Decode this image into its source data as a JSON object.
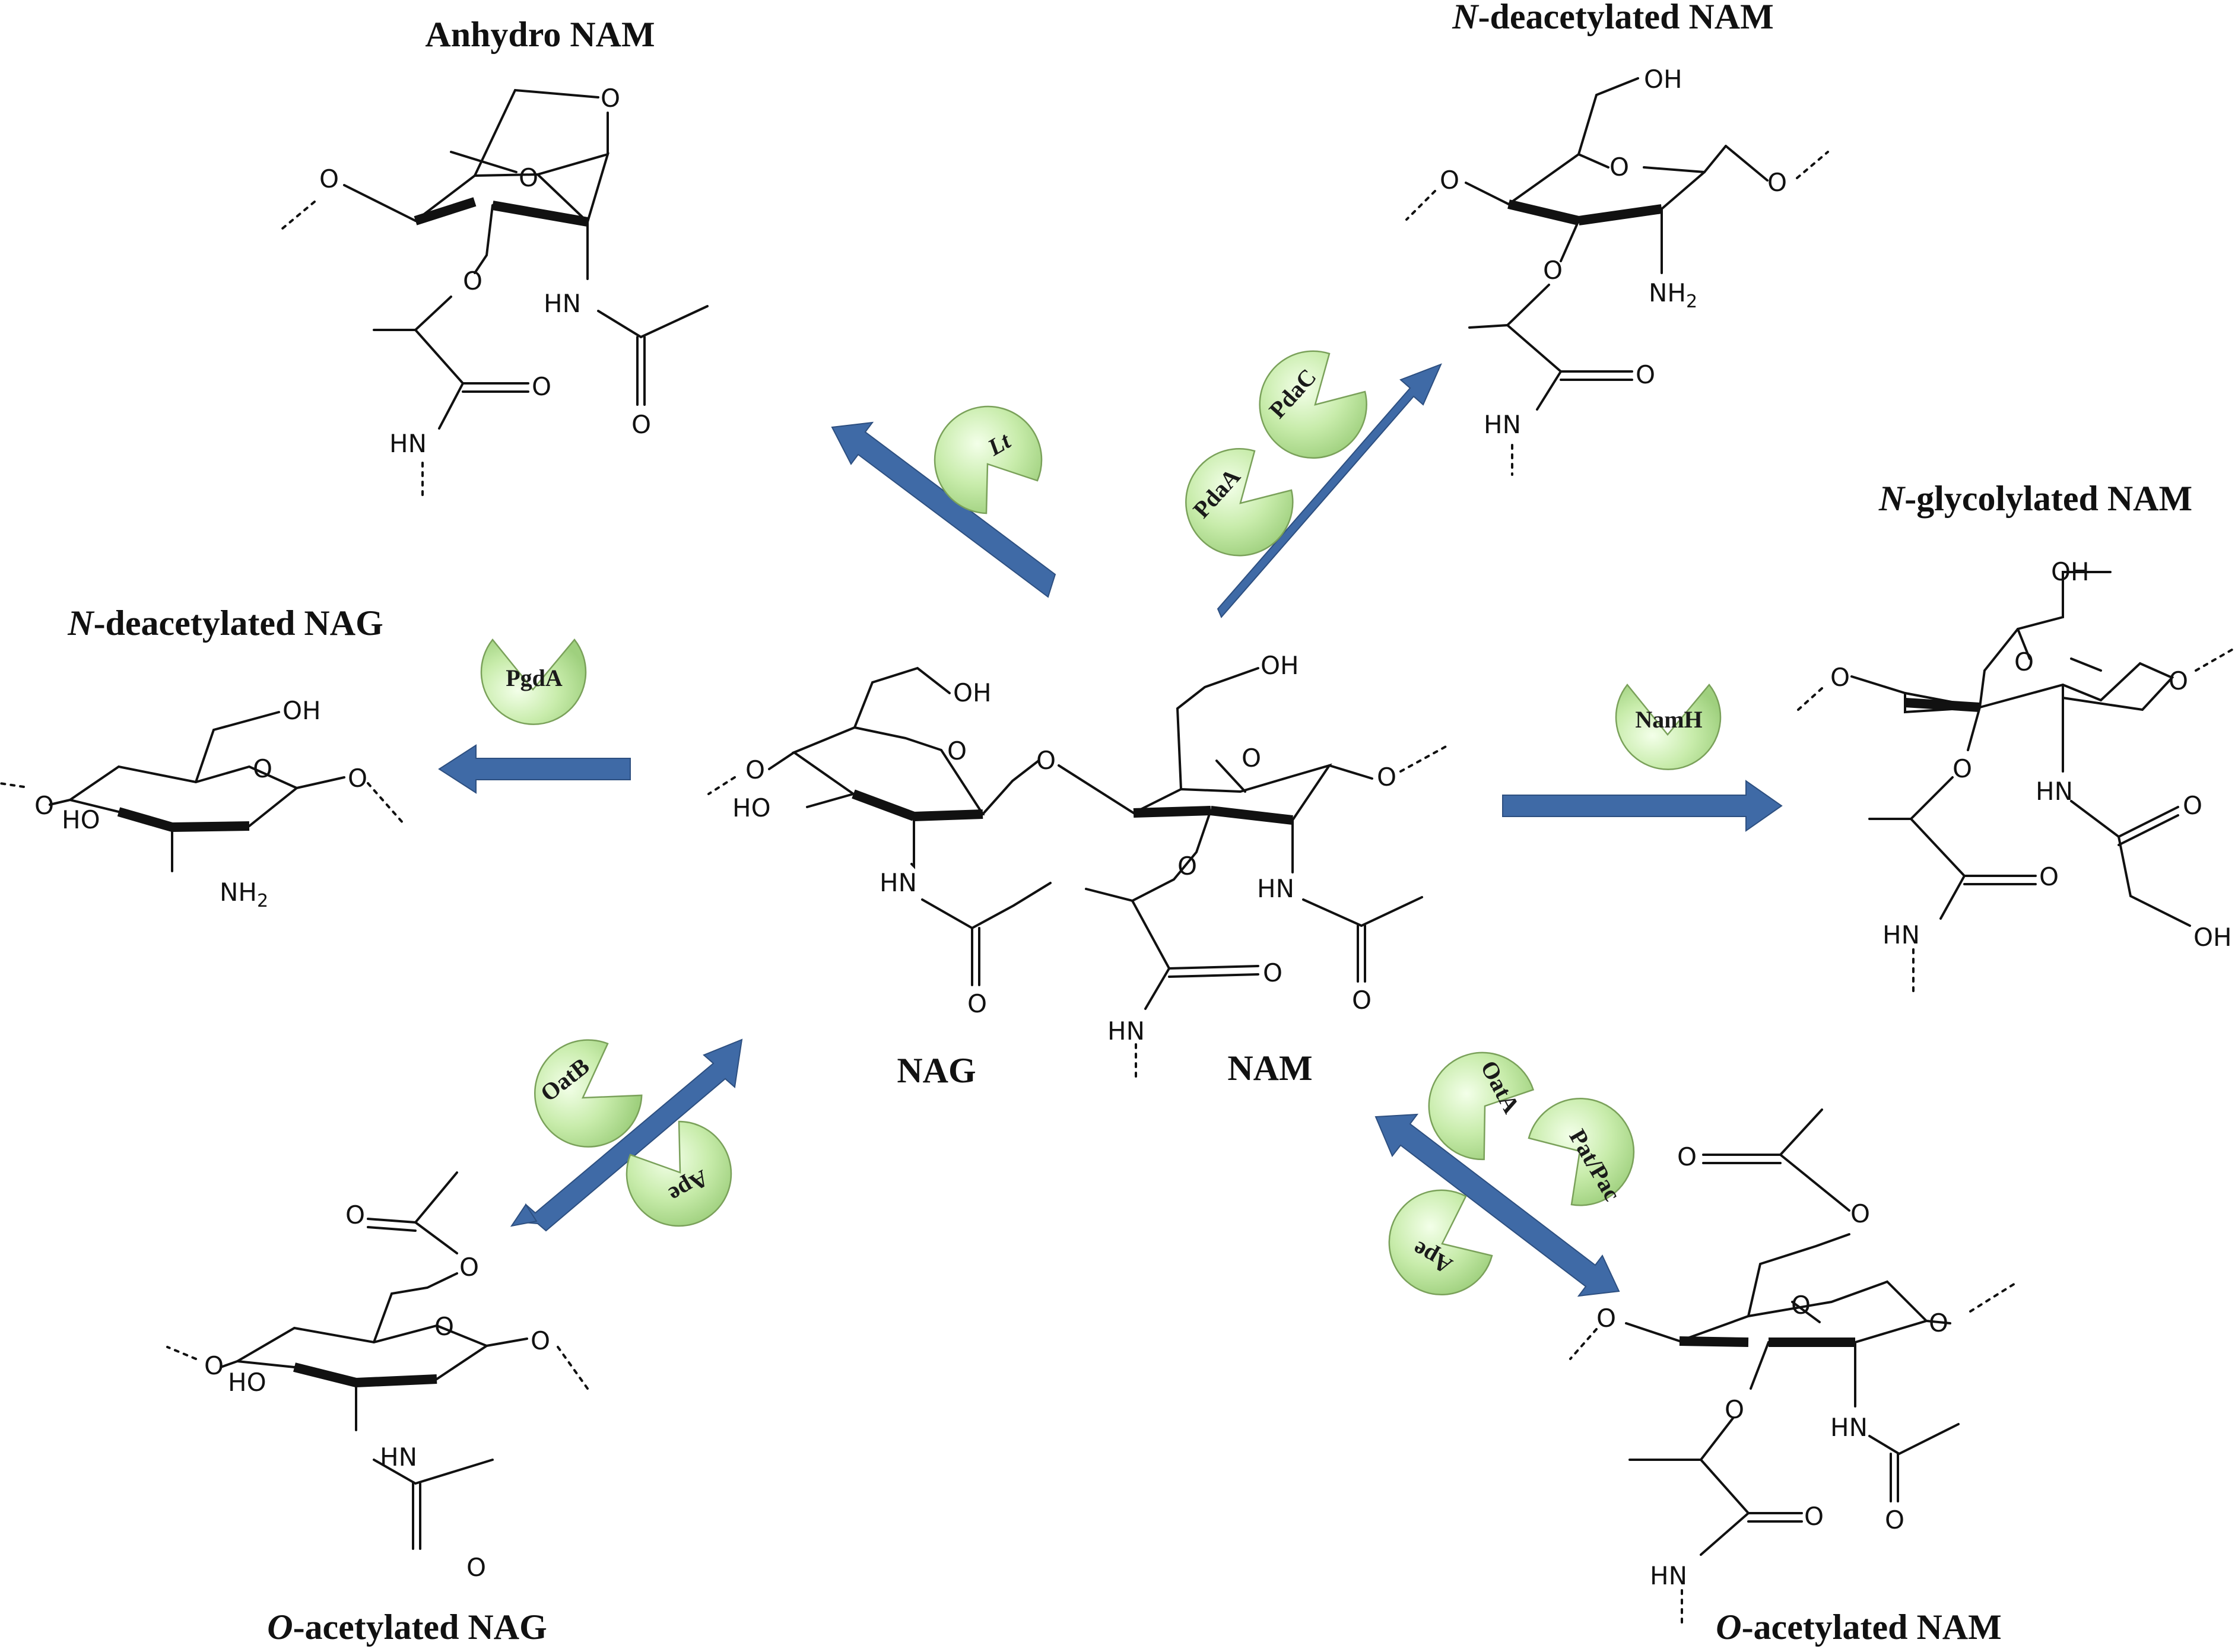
{
  "titles": {
    "anhydro": "Anhydro NAM",
    "ndeac_nam_prefix": "N",
    "ndeac_nam_rest": "-deacetylated NAM",
    "nglyc_prefix": "N",
    "nglyc_rest": "-glycolylated NAM",
    "ndeac_nag_prefix": "N",
    "ndeac_nag_rest": "-deacetylated NAG",
    "oac_nag_prefix": "O",
    "oac_nag_rest": "-acetylated NAG",
    "oac_nam_prefix": "O",
    "oac_nam_rest": "-acetylated NAM",
    "nag": "NAG",
    "nam": "NAM"
  },
  "enzymes": {
    "lt": "Lt",
    "pdaA": "PdaA",
    "pdaC": "PdaC",
    "pgdA": "PgdA",
    "namH": "NamH",
    "oatB": "OatB",
    "ape_left": "Ape",
    "oatA": "OatA",
    "patPac": "Pat/Pac",
    "ape_right": "Ape"
  },
  "atoms": {
    "O": "O",
    "OH": "OH",
    "HO": "HO",
    "HN": "HN",
    "NH2": "NH2"
  },
  "colors": {
    "arrow": "#3f6aa6",
    "enzyme_fill": "#c8ecab",
    "enzyme_edge": "#7aa15a"
  }
}
